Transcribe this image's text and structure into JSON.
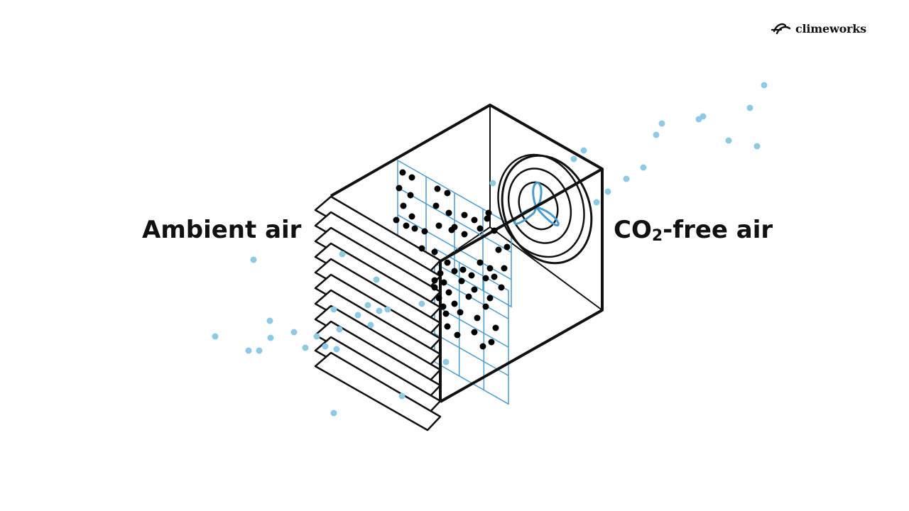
{
  "brand": {
    "name": "climeworks",
    "logo_icon": "climeworks-logo-icon"
  },
  "labels": {
    "left": "Ambient air",
    "right_prefix": "CO",
    "right_sub": "2",
    "right_suffix": "-free air"
  },
  "colors": {
    "outline": "#111111",
    "air_particle": "#8ecae6",
    "co2_particle": "#000000",
    "filter_grid": "#4a9ccf",
    "fan": "#4a9ccf"
  }
}
